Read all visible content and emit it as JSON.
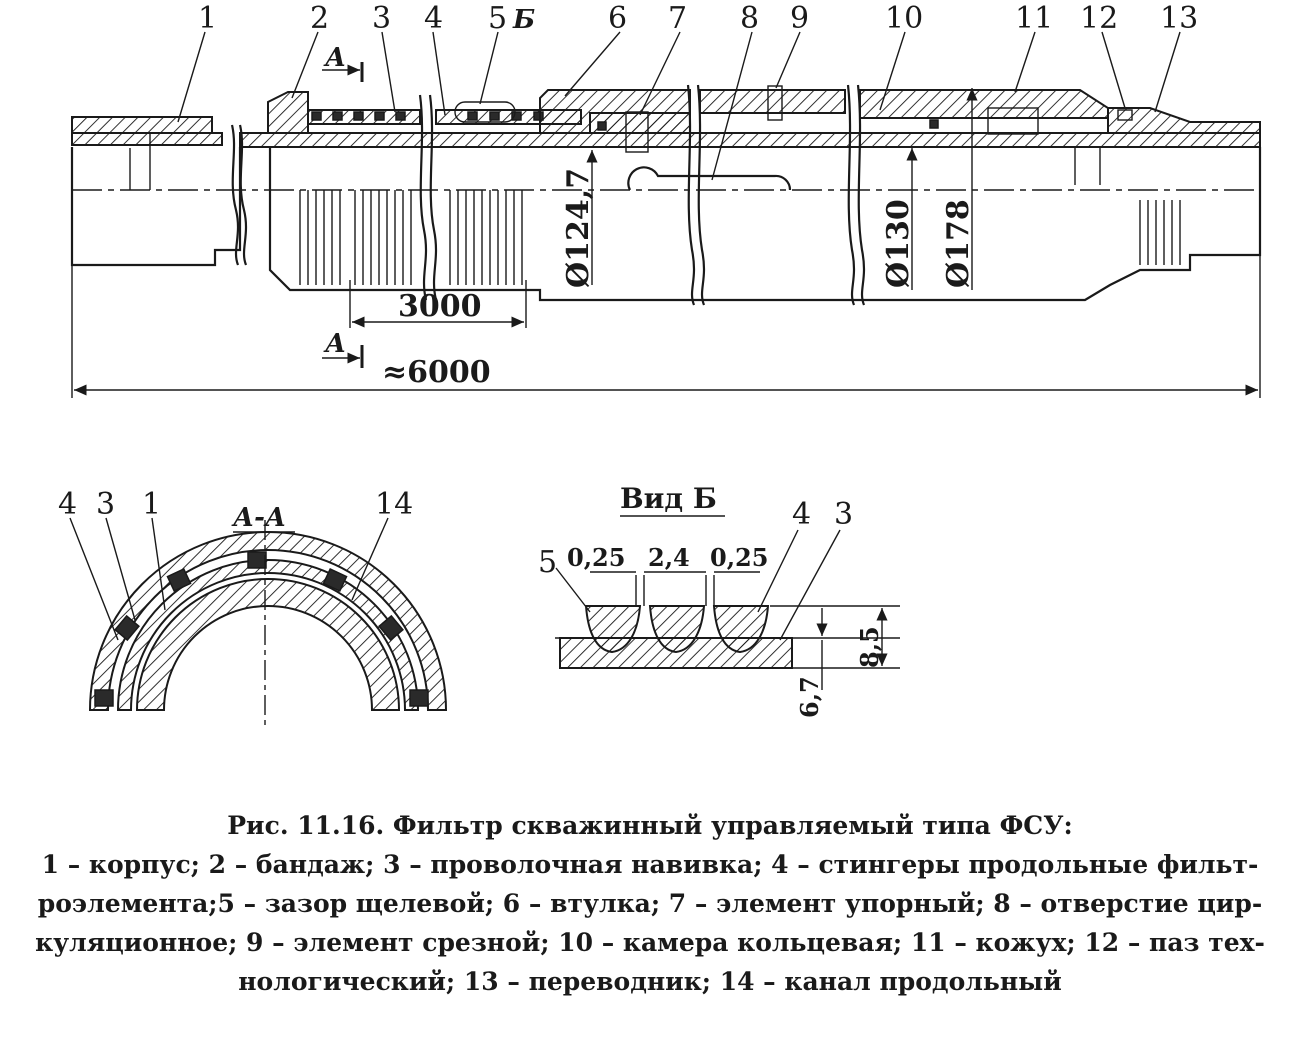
{
  "callouts": {
    "c1": "1",
    "c2": "2",
    "c3": "3",
    "c4": "4",
    "c5": "5",
    "c6": "6",
    "c7": "7",
    "c8": "8",
    "c9": "9",
    "c10": "10",
    "c11": "11",
    "c12": "12",
    "c13": "13",
    "s4": "4",
    "s3": "3",
    "s1": "1",
    "s14": "14",
    "v5": "5",
    "v4": "4",
    "v3": "3"
  },
  "section_marks": {
    "a_top": "А",
    "a_bottom": "А",
    "b": "Б"
  },
  "dimensions": {
    "d124": "Ø124,7",
    "d130": "Ø130",
    "d178": "Ø178",
    "len3000": "3000",
    "len6000": "≈6000",
    "gap1": "0,25",
    "gap2": "2,4",
    "gap3": "0,25",
    "h85": "8,5",
    "h67": "6,7"
  },
  "views": {
    "section_aa": "А-А",
    "view_b": "Вид Б"
  },
  "caption": {
    "title": "Рис. 11.16. Фильтр скважинный управляемый типа ФСУ:",
    "line1": "1 – корпус; 2 – бандаж; 3 – проволочная навивка; 4 – стингеры продольные фильт-",
    "line2": "роэлемента;5 – зазор щелевой; 6 – втулка; 7 – элемент упорный; 8 – отверстие цир-",
    "line3": "куляционное; 9 – элемент срезной; 10 – камера кольцевая; 11 – кожух; 12 – паз тех-",
    "line4": "нологический; 13 – переводник; 14 – канал продольный"
  }
}
